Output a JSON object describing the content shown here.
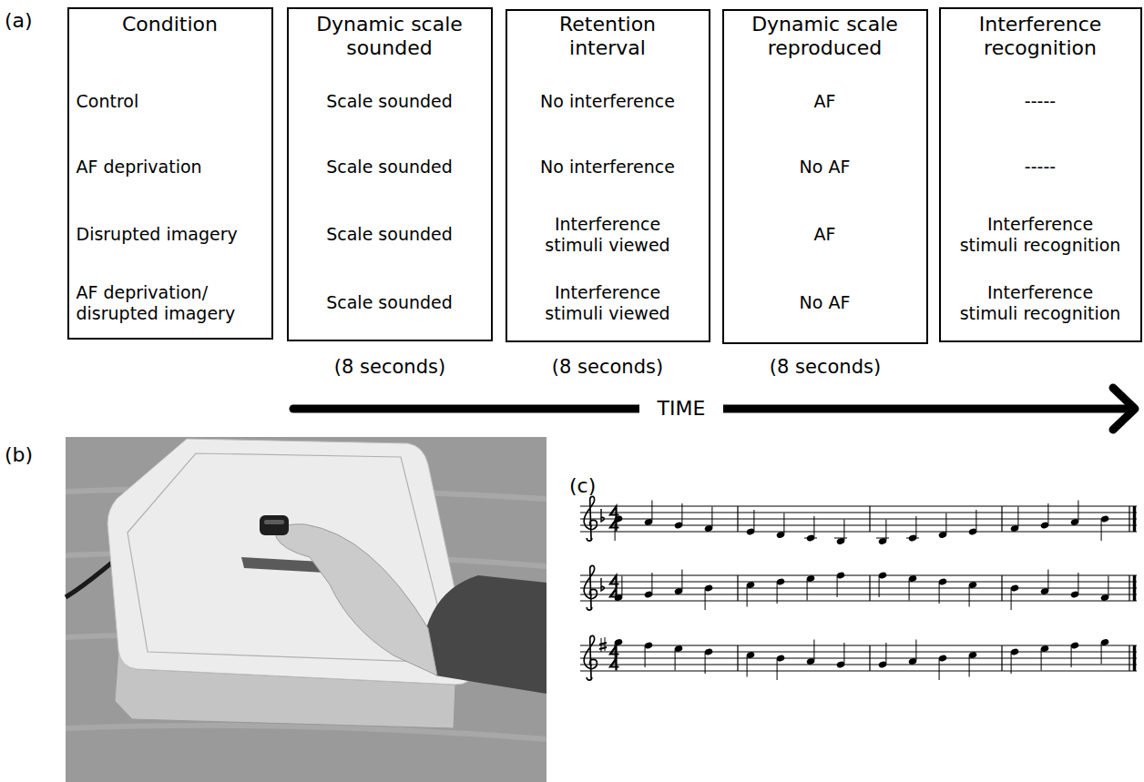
{
  "diagram": {
    "nodes": [
      {
        "text": [
          "Condition",
          "Control",
          "AF deprivation",
          "Disrupted imagery",
          "AF deprivation/ disrupted imagery"
        ]
      },
      {
        "text": [
          "Dynamic scale sounded",
          "Scale sounded",
          "Scale sounded",
          "Scale sounded",
          "Scale sounded"
        ]
      },
      {
        "text": [
          "Retention interval",
          "No interference",
          "No interference",
          "Interference stimuli viewed",
          "Interference stimuli viewed"
        ]
      },
      {
        "text": [
          "Dynamic scale reproduced",
          "AF",
          "No AF",
          "AF",
          "No AF"
        ]
      },
      {
        "text": [
          "Interference recognition",
          "-----",
          "-----",
          "Interference stimuli recognition",
          "Interference stimuli recognition"
        ]
      }
    ],
    "labels": [
      "(a)",
      "(8 seconds)",
      "(8 seconds)",
      "(8 seconds)",
      "TIME",
      "(b)",
      "(c)"
    ]
  }
}
